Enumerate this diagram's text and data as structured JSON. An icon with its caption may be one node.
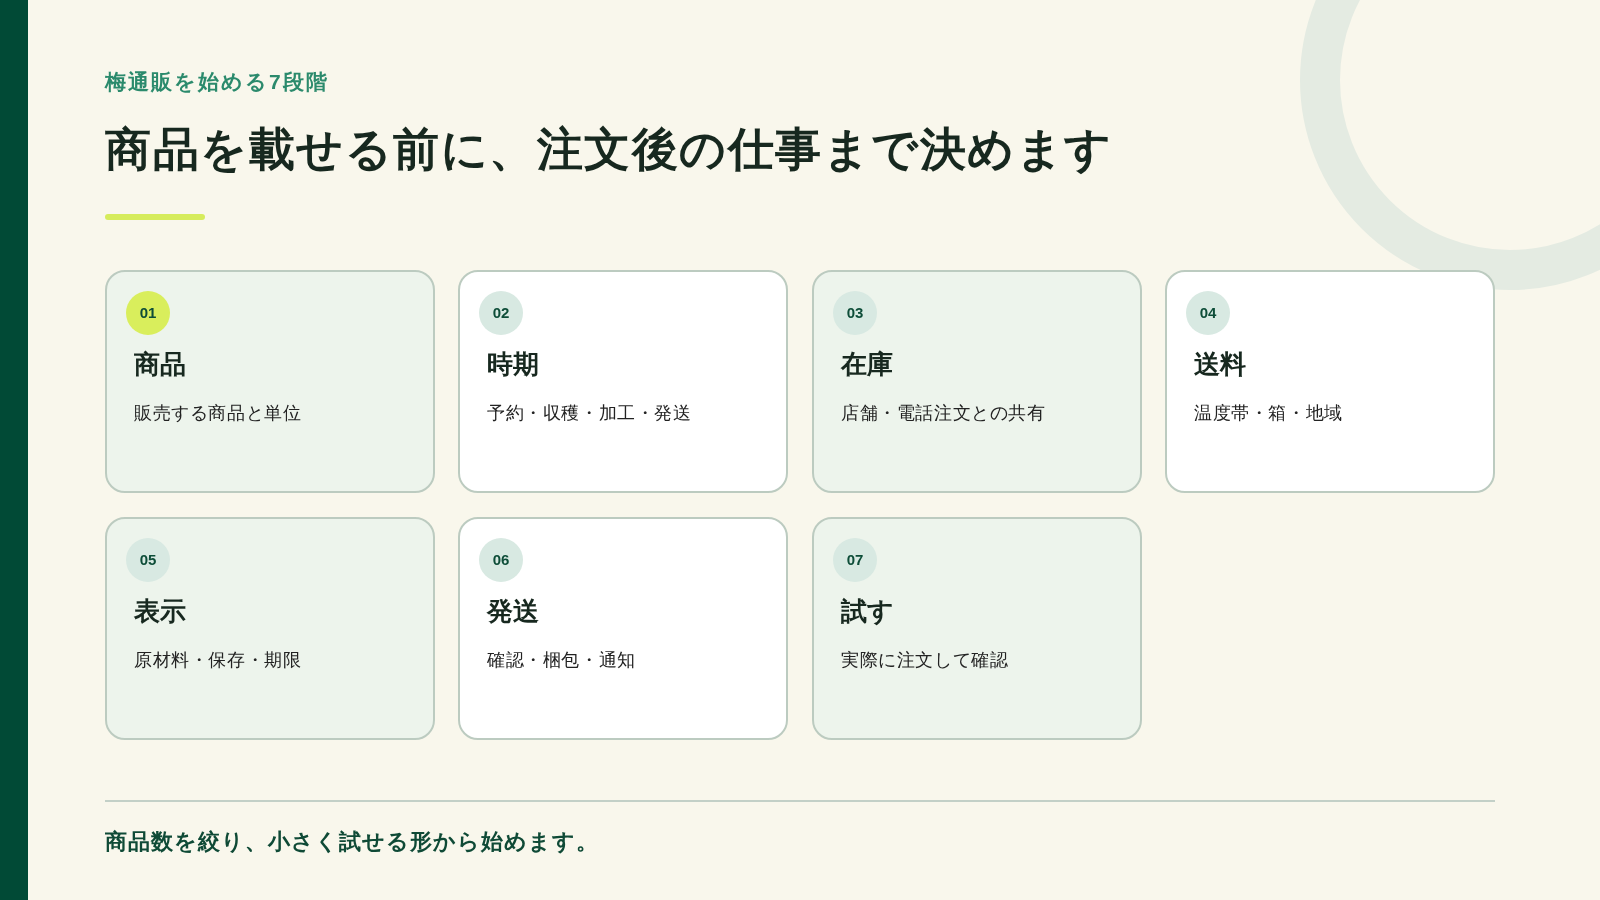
{
  "diagram": {
    "title": "商品を載せる前に、注文後の仕事まで決めます",
    "caption": "商品数を絞り、小さく試せる形から始めます。",
    "nodes": [
      {
        "text": [
          "01",
          "商品",
          "販売する商品と単位"
        ]
      },
      {
        "text": [
          "02",
          "時期",
          "予約・収穫・加工・発送"
        ]
      },
      {
        "text": [
          "03",
          "在庫",
          "店舗・電話注文との共有"
        ]
      },
      {
        "text": [
          "04",
          "送料",
          "温度帯・箱・地域"
        ]
      },
      {
        "text": [
          "05",
          "表示",
          "原材料・保存・期限"
        ]
      },
      {
        "text": [
          "06",
          "発送",
          "確認・梱包・通知"
        ]
      },
      {
        "text": [
          "07",
          "試す",
          "実際に注文して確認"
        ]
      }
    ],
    "labels": [
      "梅通販を始める7段階"
    ]
  }
}
